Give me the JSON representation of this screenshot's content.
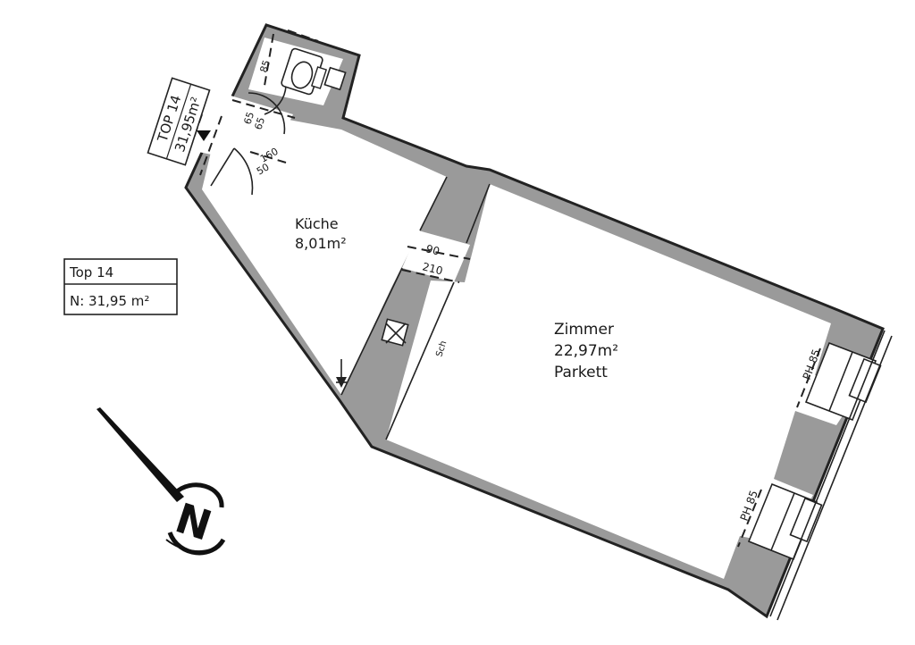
{
  "info_box": {
    "line1": "Top 14",
    "line2": "N: 31,95 m²"
  },
  "entrance_tag": {
    "line1": "TOP 14",
    "line2": "31,95m²"
  },
  "rooms": {
    "kitchen": {
      "name": "Küche",
      "area": "8,01m²"
    },
    "room": {
      "name": "Zimmer",
      "area": "22,97m²",
      "floor": "Parkett"
    }
  },
  "dimensions": {
    "door_width": "90",
    "door_height": "210",
    "window_top": "PH 85",
    "window_bottom": "PH 85",
    "bath_door_top": "65",
    "bath_door_mid": "65",
    "entry_160": "160",
    "entry_50": "50",
    "wc_85": "85",
    "shaft_label": "Sch"
  },
  "north": {
    "letter": "N"
  }
}
